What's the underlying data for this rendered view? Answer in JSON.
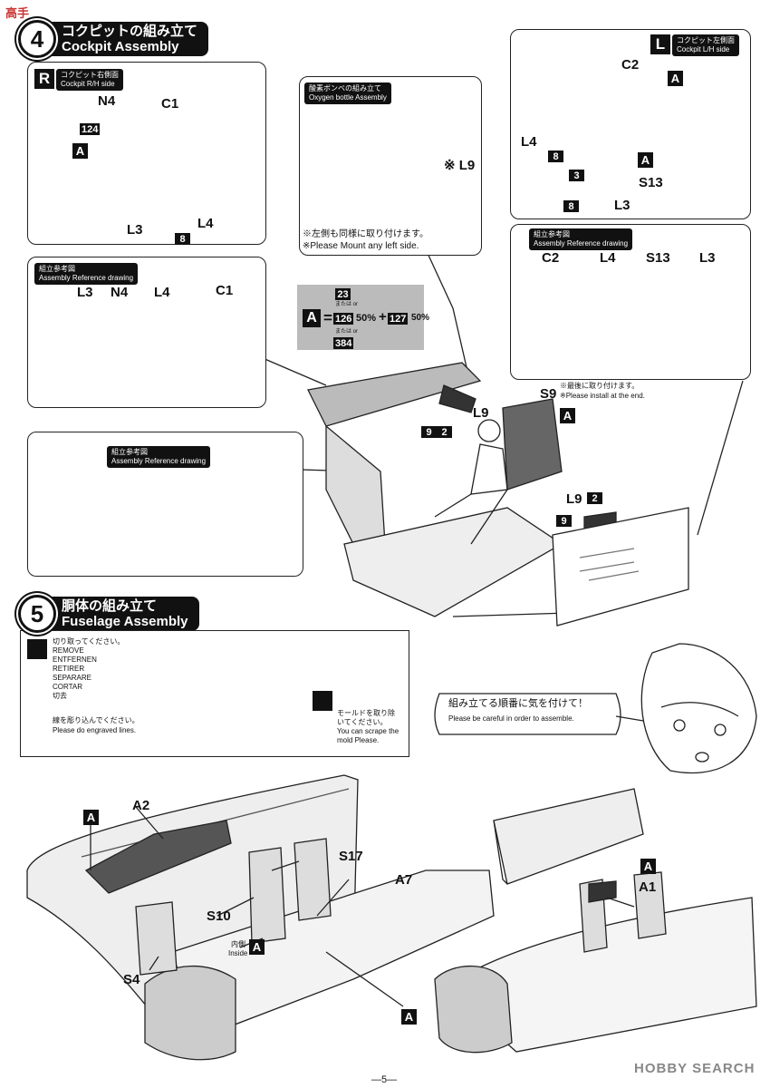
{
  "watermark_top": "高手",
  "step4": {
    "num": "4",
    "title_jp": "コクピットの組み立て",
    "title_en": "Cockpit Assembly"
  },
  "panel_r": {
    "letter": "R",
    "title_jp": "コクピット右側面",
    "title_en": "Cockpit R/H side",
    "labels": {
      "n4": "N4",
      "c1": "C1",
      "a": "A",
      "num124": "124",
      "l3": "L3",
      "l4": "L4",
      "num8": "8"
    }
  },
  "ref_r": {
    "title_jp": "組立参考図",
    "title_en": "Assembly Reference drawing",
    "labels": {
      "l3": "L3",
      "n4": "N4",
      "l4": "L4",
      "c1": "C1"
    }
  },
  "oxygen": {
    "title_jp": "酸素ボンベの組み立て",
    "title_en": "Oxygen bottle Assembly",
    "l9": "※ L9",
    "note_jp": "※左側も同様に取り付けます。",
    "note_en": "※Please Mount any left side."
  },
  "color_box": {
    "a": "A",
    "eq": "=",
    "n23": "23",
    "or1": "または or",
    "n126": "126",
    "pct1": "50%",
    "plus": "+",
    "n127": "127",
    "pct2": "50%",
    "or2": "または or",
    "n384": "384"
  },
  "panel_l": {
    "letter": "L",
    "title_jp": "コクピット左側面",
    "title_en": "Cockpit L/H side",
    "labels": {
      "c2": "C2",
      "a1": "A",
      "l4": "L4",
      "num8a": "8",
      "num3": "3",
      "a2": "A",
      "s13": "S13",
      "num8b": "8",
      "l3": "L3"
    }
  },
  "ref_l": {
    "title_jp": "組立参考図",
    "title_en": "Assembly Reference drawing",
    "labels": {
      "c2": "C2",
      "l4": "L4",
      "s13": "S13",
      "l3": "L3"
    }
  },
  "center": {
    "s9": "S9",
    "s9_note_jp": "※最後に取り付けます。",
    "s9_note_en": "※Please install at the end.",
    "a": "A",
    "l9a": "L9",
    "num9a": "9",
    "num2a": "2",
    "l9b": "L9",
    "num2b": "2",
    "num9b": "9"
  },
  "ref_mid": {
    "title_jp": "組立参考図",
    "title_en": "Assembly Reference drawing"
  },
  "step5": {
    "num": "5",
    "title_jp": "胴体の組み立て",
    "title_en": "Fuselage Assembly"
  },
  "legend": {
    "remove": [
      "切り取ってください。",
      "REMOVE",
      "ENTFERNEN",
      "RETIRER",
      "SEPARARE",
      "CORTAR",
      "切去"
    ],
    "engrave_jp": "線を彫り込んでください。",
    "engrave_en": "Please do engraved lines.",
    "scrape_jp": "モールドを取り除いてください。",
    "scrape_en": "You can scrape the mold Please."
  },
  "bubble": {
    "jp": "組み立てる順番に気を付けて！",
    "en": "Please be careful in order to assemble."
  },
  "fuselage": {
    "a_top": "A",
    "a2": "A2",
    "s17": "S17",
    "a7": "A7",
    "s10": "S10",
    "inside_jp": "内側",
    "inside_en": "Inside",
    "a_inside": "A",
    "s4": "S4",
    "a_bottom": "A",
    "a_right": "A",
    "a1": "A1"
  },
  "footer": {
    "brand": "HOBBY SEARCH",
    "page": "—5—"
  }
}
